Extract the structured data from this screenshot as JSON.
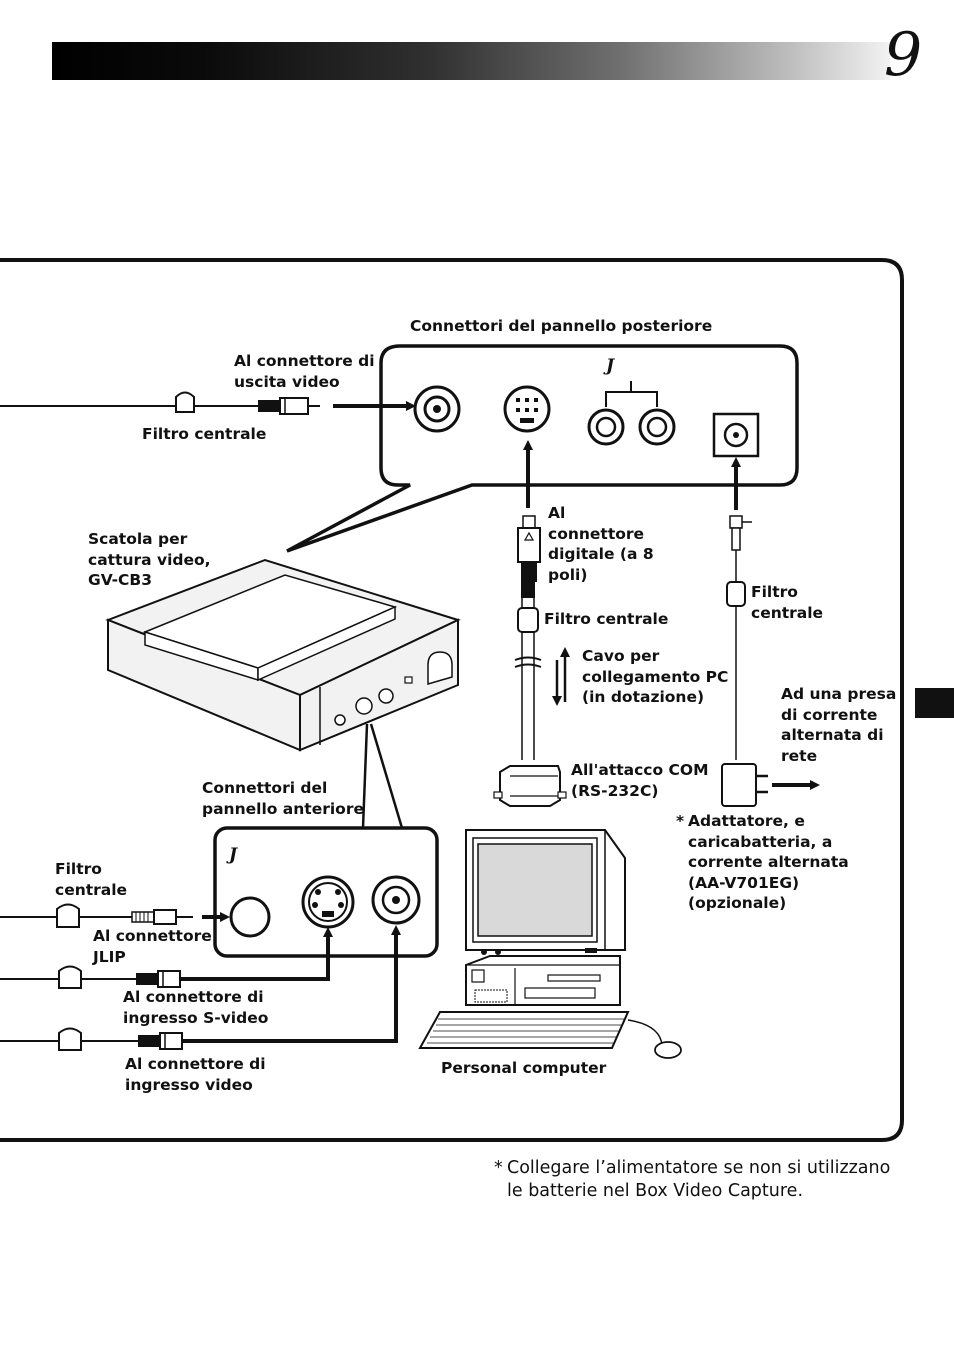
{
  "header": {
    "page_number": "9"
  },
  "labels": {
    "rear_panel_title": "Connettori del pannello posteriore",
    "video_out": "Al connettore di\nuscita video",
    "filter_top": "Filtro centrale",
    "capture_box": "Scatola per\ncattura video,\nGV-CB3",
    "digital_connector": "Al\nconnettore\ndigitale (a 8\npoli)",
    "filter_mid": "Filtro centrale",
    "pc_cable": "Cavo per\ncollegamento PC\n(in dotazione)",
    "com_port": "All'attacco COM\n(RS-232C)",
    "filter_right": "Filtro\ncentrale",
    "ac_outlet": "Ad una presa\ndi corrente\nalternata di\nrete",
    "adapter_star": "*",
    "adapter": "Adattatore, e\ncaricabatteria, a\ncorrente alternata\n(AA-V701EG)\n(opzionale)",
    "front_panel_title": "Connettori del\npannello anteriore",
    "filter_left": "Filtro\ncentrale",
    "jlip": "Al connettore\nJLIP",
    "svideo_in": "Al connettore di\ningresso S-video",
    "video_in": "Al connettore di\ningresso video",
    "personal_computer": "Personal computer",
    "jlip_logo_rear": "J",
    "jlip_logo_front": "J"
  },
  "footnote": {
    "star": "*",
    "text": "Collegare l’alimentatore se non si utilizzano\nle batterie nel Box Video Capture."
  },
  "colors": {
    "ink": "#111111",
    "device_fill": "#f2f2f2",
    "screen_fill": "#d9d9d9"
  }
}
